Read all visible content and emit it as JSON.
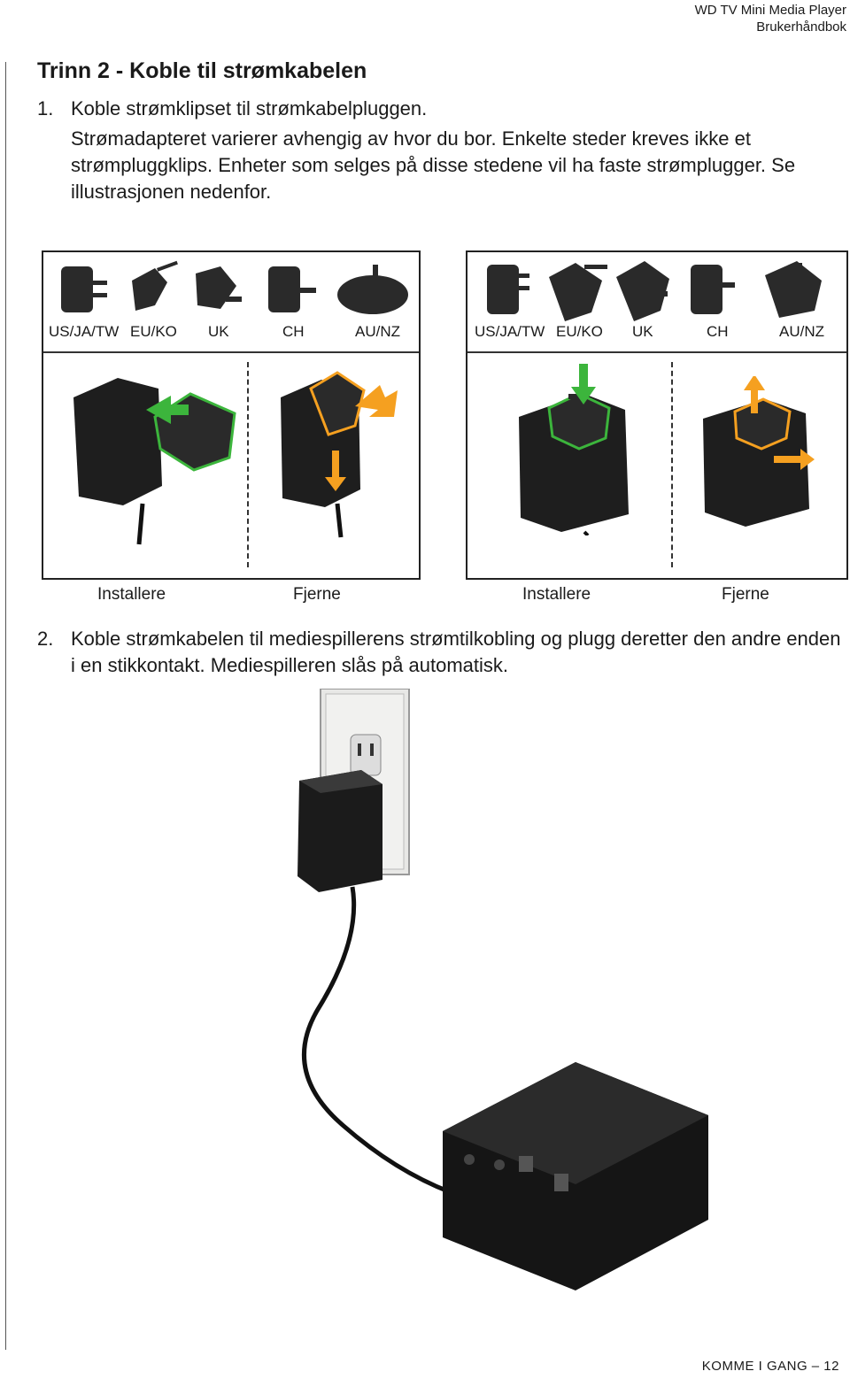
{
  "header": {
    "line1": "WD TV Mini Media Player",
    "line2": "Brukerhåndbok"
  },
  "title": "Trinn 2 - Koble til strømkabelen",
  "step1": {
    "number": "1.",
    "text": "Koble strømklipset til strømkabelpluggen.",
    "note": "Strømadapteret varierer avhengig av hvor du bor. Enkelte steder kreves ikke et strømpluggklips. Enheter som selges på disse stedene vil ha faste strømplugger. Se illustrasjonen nedenfor."
  },
  "figure": {
    "left_regions": [
      "US/JA/TW",
      "EU/KO",
      "UK",
      "CH",
      "AU/NZ"
    ],
    "right_regions": [
      "US/JA/TW",
      "EU/KO",
      "UK",
      "CH",
      "AU/NZ"
    ],
    "captions": [
      "Installere",
      "Fjerne",
      "Installere",
      "Fjerne"
    ],
    "colors": {
      "install_arrow": "#3cb53c",
      "remove_arrow": "#f5a020"
    }
  },
  "step2": {
    "number": "2.",
    "text": "Koble strømkabelen til mediespillerens strømtilkobling og plugg deretter den andre enden i en stikkontakt. Mediespilleren slås på automatisk."
  },
  "footer": "KOMME I GANG – 12"
}
